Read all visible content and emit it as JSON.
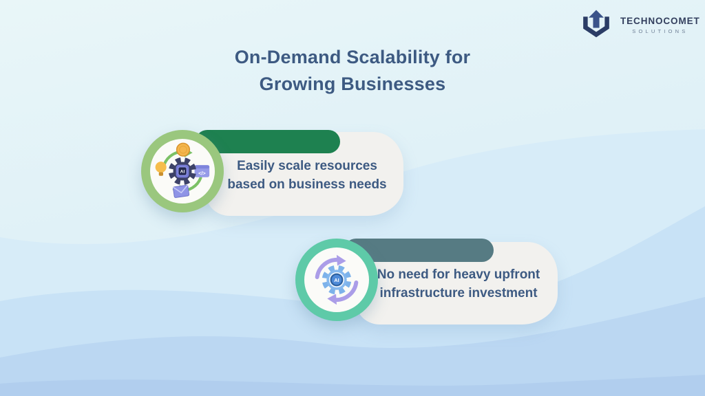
{
  "brand": {
    "name": "TECHNOCOMET",
    "tagline": "SOLUTIONS",
    "logo_icon": "hex-arrow-up-logo",
    "logo_color": "#2b3d66"
  },
  "title": {
    "line1": "On-Demand Scalability for",
    "line2": "Growing Businesses",
    "color": "#3d5a82"
  },
  "cards": [
    {
      "label": "Easily scale resources based on business needs",
      "accent_color": "#1e8150",
      "ring_color": "#9ac77e",
      "icon": "ai-gear-ecosystem-icon",
      "icon_badge": "AI",
      "icon_code_glyph": "</>",
      "icon_elements": [
        "coin",
        "lightbulb",
        "code-window",
        "envelope",
        "gear-ai-chip",
        "green-cycle-arrows"
      ]
    },
    {
      "label": "No need for heavy upfront infrastructure investment",
      "accent_color": "#567b83",
      "ring_color": "#5ecaa8",
      "icon": "ai-gear-sync-icon",
      "icon_badge": "AI",
      "icon_elements": [
        "blue-gear",
        "ai-badge",
        "purple-sync-arrows"
      ]
    }
  ],
  "colors": {
    "background_top": "#e9f6f8",
    "wave_1": "#d7ecf8",
    "wave_2": "#c8e2f6",
    "wave_3": "#bbd7f2",
    "wave_4": "#b1ceee",
    "body_blob": "#f2f1ee",
    "card_text": "#3d5a82"
  }
}
